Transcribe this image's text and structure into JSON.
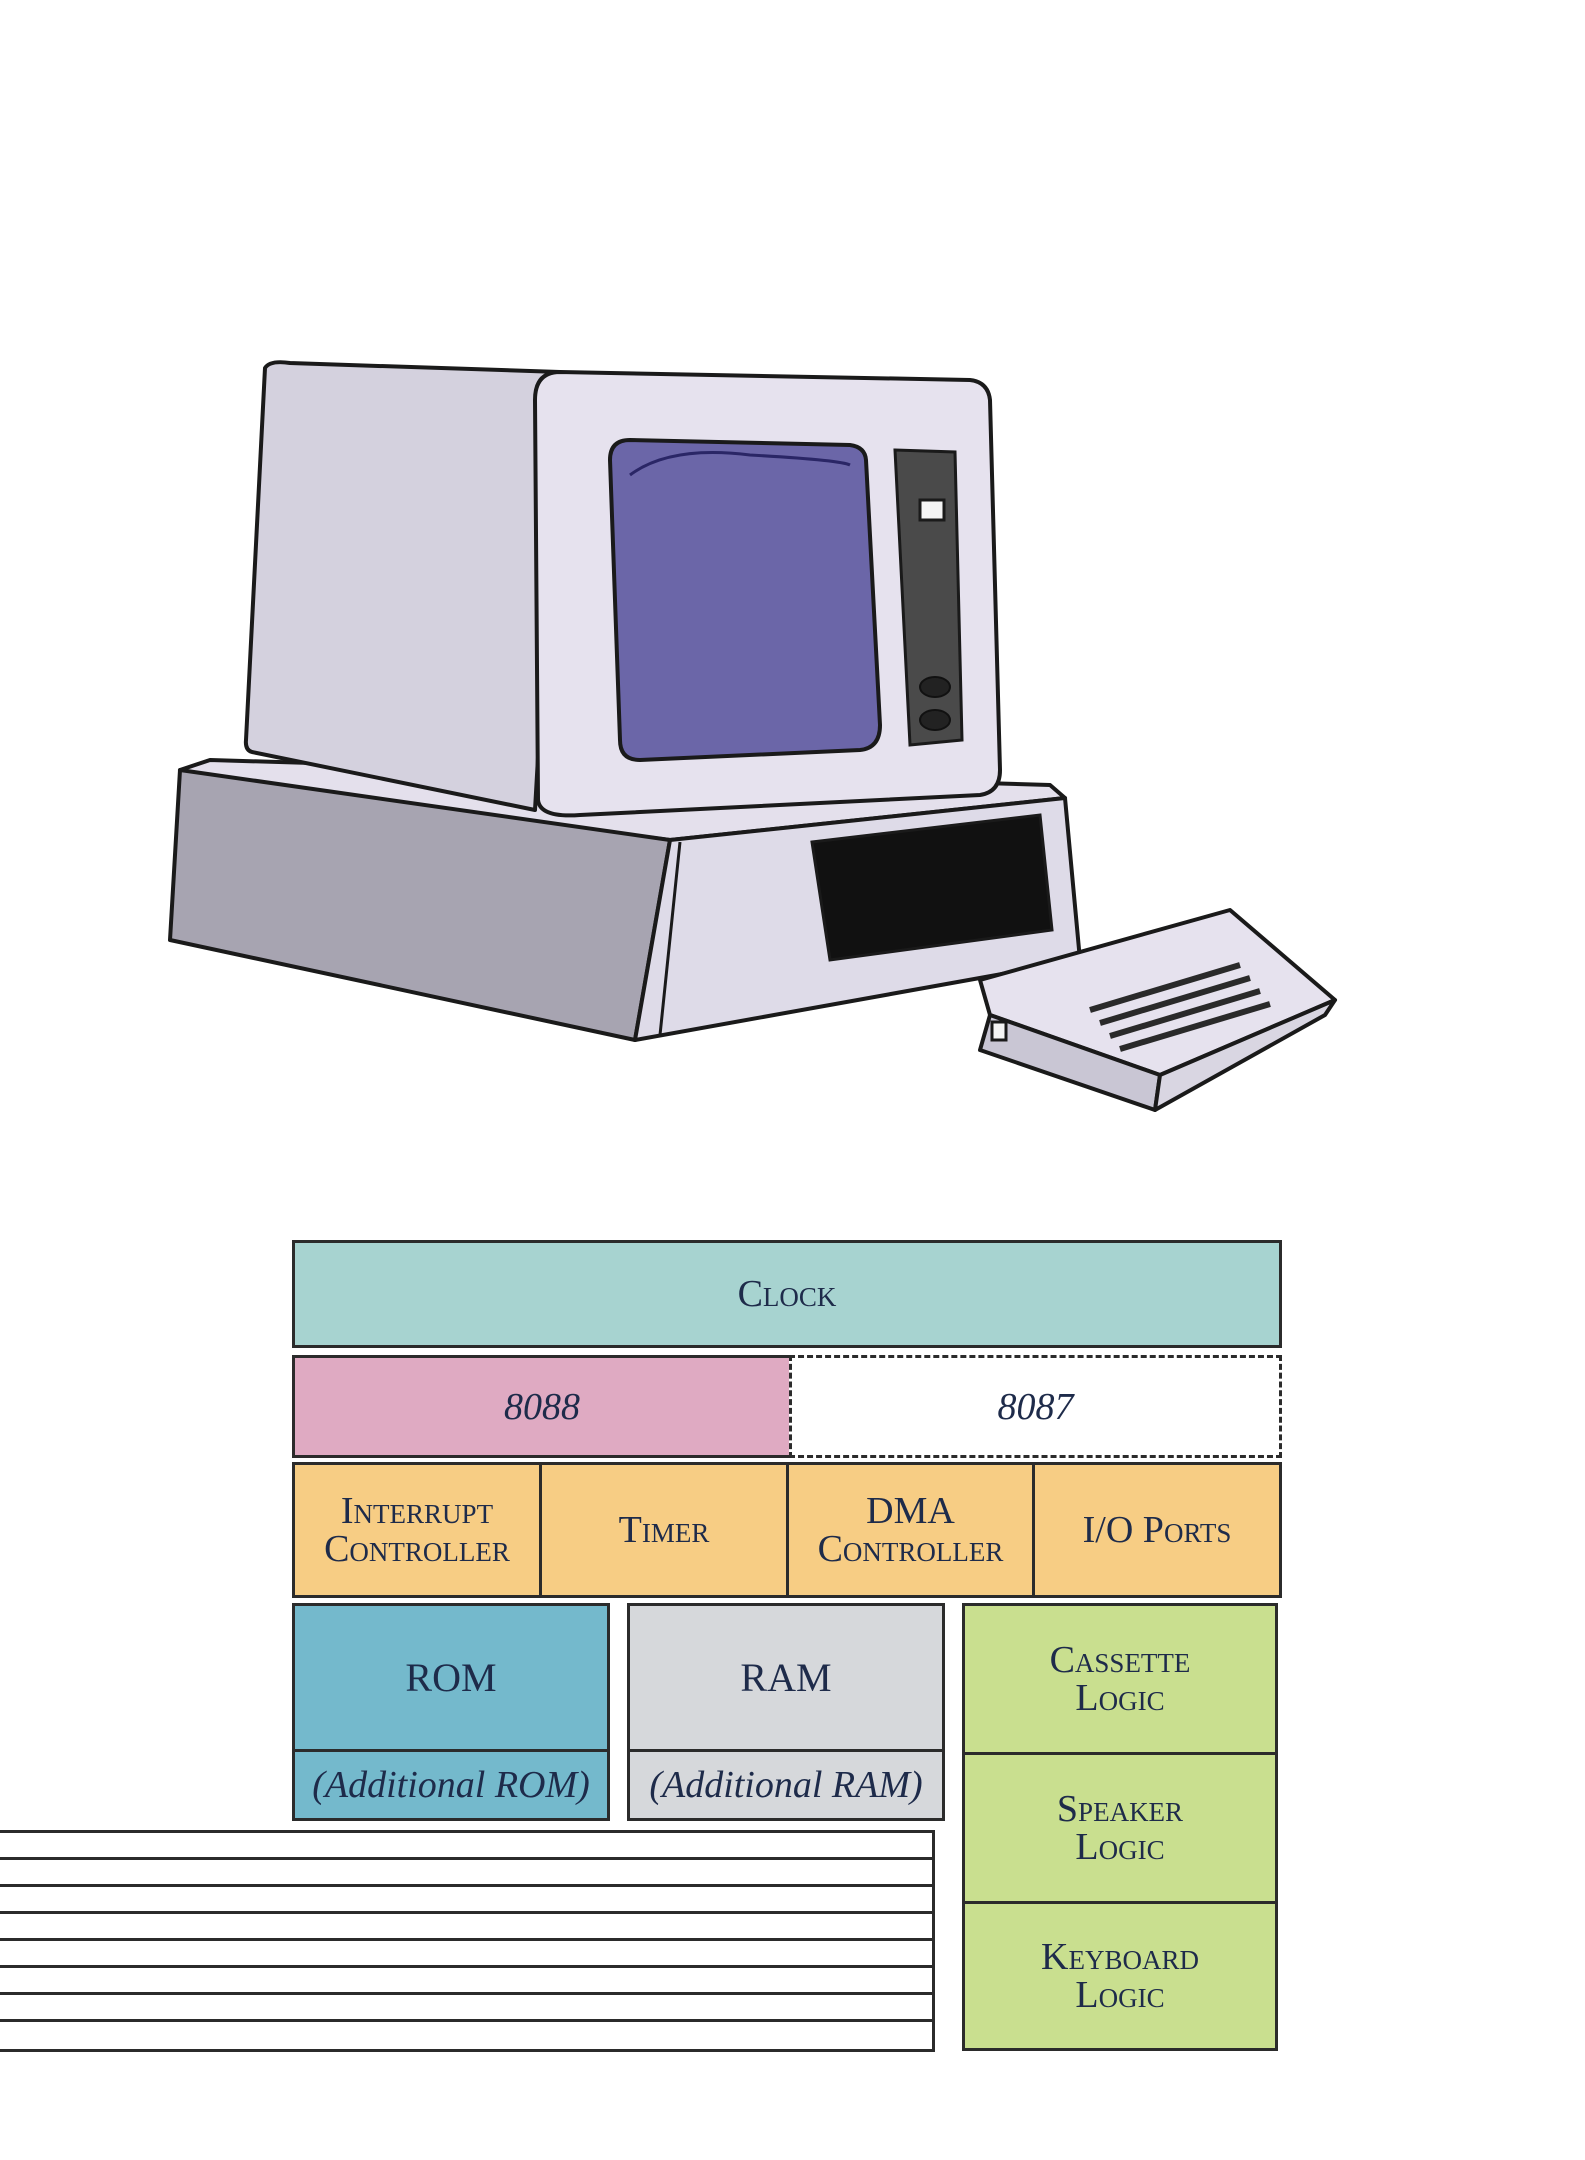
{
  "illustration": {
    "name": "personal-computer-illustration"
  },
  "diagram": {
    "clock": "Clock",
    "cpu": "8088",
    "coprocessor": "8087",
    "support_chips": [
      "Interrupt\nController",
      "Timer",
      "DMA\nController",
      "I/O Ports"
    ],
    "rom": {
      "label": "ROM",
      "additional": "(Additional ROM)"
    },
    "ram": {
      "label": "RAM",
      "additional": "(Additional RAM)"
    },
    "logic": [
      "Cassette\nLogic",
      "Speaker\nLogic",
      "Keyboard\nLogic"
    ]
  },
  "colors": {
    "clock": "#a7d3d0",
    "cpu": "#dfaac2",
    "support": "#f7cd84",
    "rom": "#74b9cc",
    "ram": "#d6d8db",
    "logic": "#c9df8f"
  }
}
